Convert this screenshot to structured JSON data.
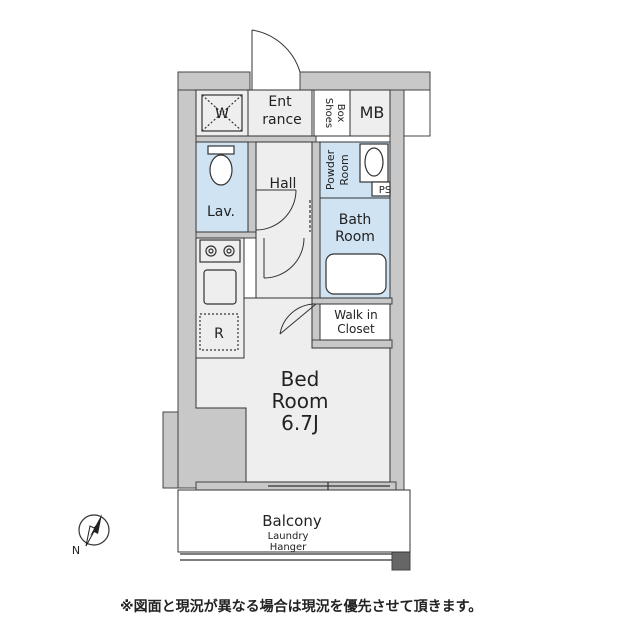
{
  "rooms": {
    "washer": "W",
    "entrance_line1": "Ent",
    "entrance_line2": "rance",
    "shoes_line1": "Shoes",
    "shoes_line2": "Box",
    "mb": "MB",
    "hall": "Hall",
    "lav": "Lav.",
    "powder_line1": "Powder",
    "powder_line2": "Room",
    "ps": "PS",
    "bath_line1": "Bath",
    "bath_line2": "Room",
    "fridge": "R",
    "walkin_line1": "Walk in",
    "walkin_line2": "Closet",
    "bed_line1": "Bed",
    "bed_line2": "Room",
    "bed_line3": "6.7J",
    "balcony": "Balcony",
    "laundry_line1": "Laundry",
    "laundry_line2": "Hanger"
  },
  "compass": {
    "north": "N"
  },
  "note": "※図面と現況が異なる場合は現況を優先させて頂きます。",
  "colors": {
    "wall": "#c8c8c8",
    "room_fill": "#eeeeee",
    "wet_fill": "#cfe3f3",
    "line": "#222222"
  }
}
